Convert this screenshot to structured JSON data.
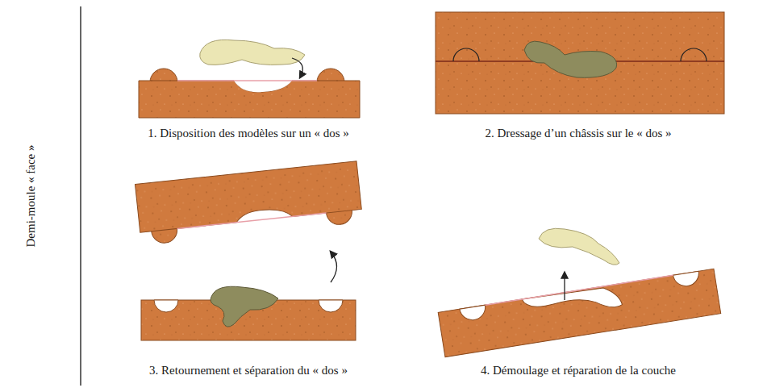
{
  "diagram": {
    "labels": [
      "Demi-moule « face »",
      "1. Disposition des modèles sur un « dos »",
      "2. Dressage d’un châssis sur le « dos »",
      "3. Retournement et séparation du « dos »",
      "4. Démoulage et réparation de la couche"
    ]
  }
}
